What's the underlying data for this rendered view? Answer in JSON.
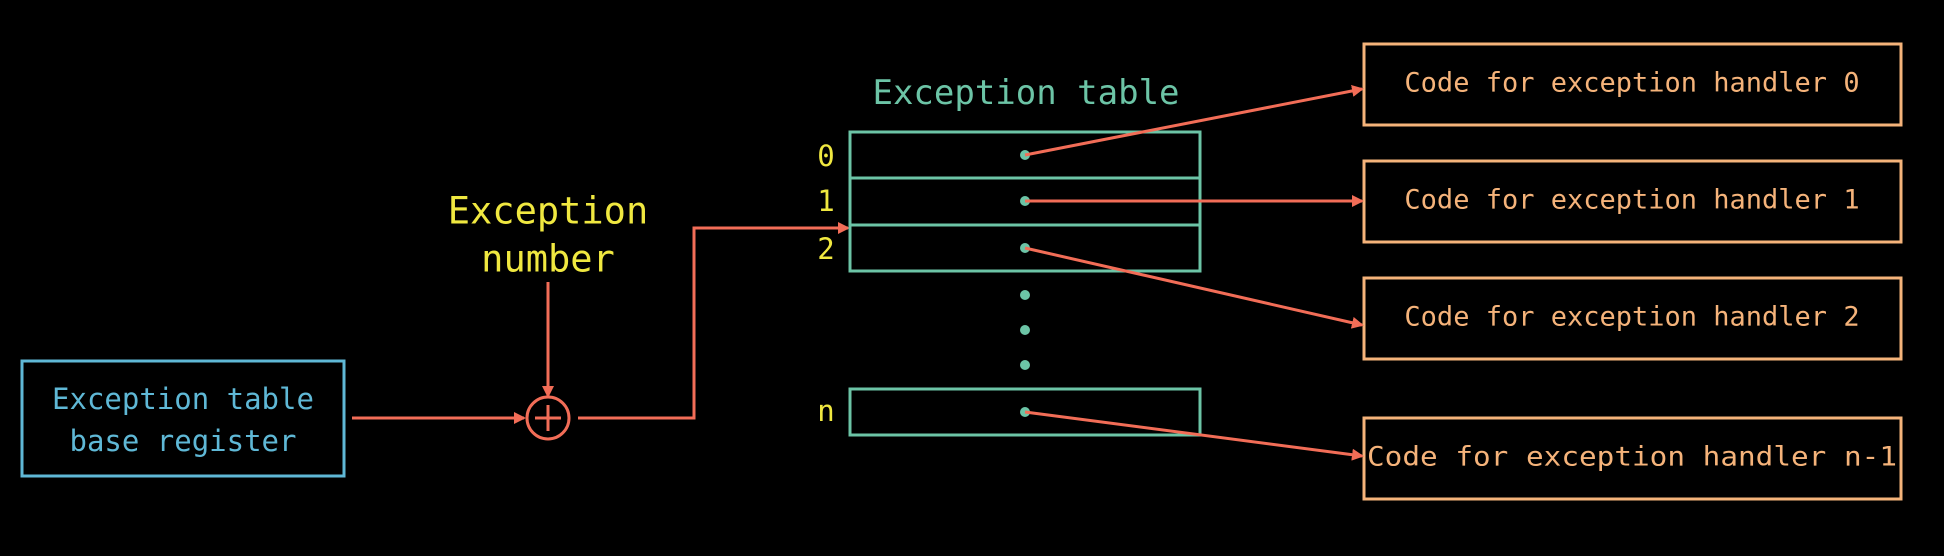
{
  "colors": {
    "background": "#000000",
    "base_register": "#5fb8d6",
    "exception_number": "#f0e840",
    "table": "#6cc4a6",
    "index": "#f0e840",
    "handler": "#f5b37a",
    "arrow": "#f26d57"
  },
  "base_register": {
    "line1": "Exception table",
    "line2": "base register"
  },
  "exception_number": {
    "line1": "Exception",
    "line2": "number"
  },
  "adder": {
    "symbol": "+"
  },
  "table": {
    "title": "Exception table",
    "indices": [
      "0",
      "1",
      "2",
      "n"
    ]
  },
  "handlers": [
    "Code for exception handler 0",
    "Code for exception handler 1",
    "Code for exception handler 2",
    "Code for exception handler n-1"
  ]
}
